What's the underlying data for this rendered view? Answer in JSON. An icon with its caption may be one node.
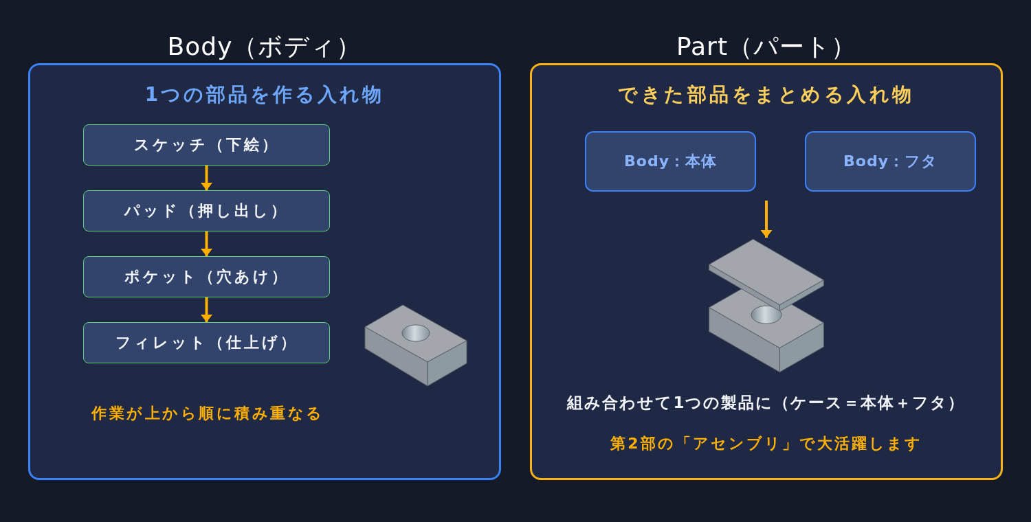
{
  "diagram": {
    "nodes": [
      {
        "text": [
          "Body（ボディ）",
          "1つの部品を作る入れ物",
          "作業が上から順に積み重なる"
        ]
      },
      {
        "text": [
          "スケッチ（下絵）"
        ],
        "in": 0
      },
      {
        "text": [
          "パッド（押し出し）"
        ],
        "in": 0
      },
      {
        "text": [
          "ポケット（穴あけ）"
        ],
        "in": 0
      },
      {
        "text": [
          "フィレット（仕上げ）"
        ],
        "in": 0
      },
      {
        "text": [
          "Part（パート）",
          "できた部品をまとめる入れ物",
          "組み合わせて1つの製品に（ケース＝本体＋フタ）",
          "第2部の「アセンブリ」で大活躍します"
        ]
      },
      {
        "text": [
          "Body：本体"
        ],
        "in": 5
      },
      {
        "text": [
          "Body：フタ"
        ],
        "in": 5
      },
      {
        "text": [],
        "shape": "picture",
        "in": 5
      }
    ],
    "edges": [
      {
        "from": 1,
        "to": 2,
        "arrow": "to"
      },
      {
        "from": 2,
        "to": 3,
        "arrow": "to"
      },
      {
        "from": 3,
        "to": 4,
        "arrow": "to"
      },
      {
        "from": null,
        "to": 8,
        "arrow": "to"
      }
    ]
  }
}
